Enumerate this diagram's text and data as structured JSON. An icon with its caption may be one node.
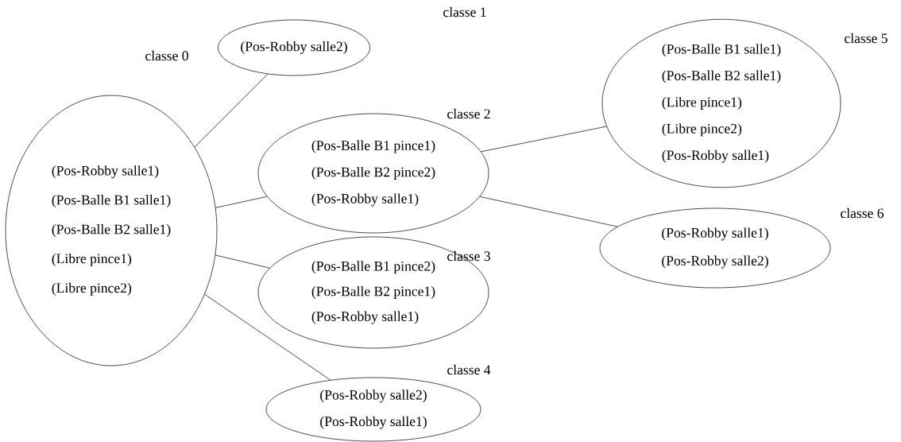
{
  "diagram": {
    "nodes": [
      {
        "text": [
          "classe 0",
          "(Pos-Robby salle1)",
          "(Pos-Balle B1 salle1)",
          "(Pos-Balle B2 salle1)",
          "(Libre pince1)",
          "(Libre pince2)"
        ]
      },
      {
        "text": [
          "classe 1",
          "(Pos-Robby salle2)"
        ]
      },
      {
        "text": [
          "classe 2",
          "(Pos-Balle B1 pince1)",
          "(Pos-Balle B2 pince2)",
          "(Pos-Robby salle1)"
        ]
      },
      {
        "text": [
          "classe 3",
          "(Pos-Balle B1 pince2)",
          "(Pos-Balle B2 pince1)",
          "(Pos-Robby salle1)"
        ]
      },
      {
        "text": [
          "classe 4",
          "(Pos-Robby salle2)",
          "(Pos-Robby salle1)"
        ]
      },
      {
        "text": [
          "classe 5",
          "(Pos-Balle B1 salle1)",
          "(Pos-Balle B2 salle1)",
          "(Libre pince1)",
          "(Libre pince2)",
          "(Pos-Robby salle1)"
        ]
      },
      {
        "text": [
          "classe 6",
          "(Pos-Robby salle1)",
          "(Pos-Robby salle2)"
        ]
      }
    ],
    "edges": [
      {
        "from": 0,
        "to": 1,
        "arrow": "none"
      },
      {
        "from": 0,
        "to": 2,
        "arrow": "none"
      },
      {
        "from": 0,
        "to": 3,
        "arrow": "none"
      },
      {
        "from": 0,
        "to": 4,
        "arrow": "none"
      },
      {
        "from": 2,
        "to": 5,
        "arrow": "none"
      },
      {
        "from": 2,
        "to": 6,
        "arrow": "none"
      }
    ]
  }
}
